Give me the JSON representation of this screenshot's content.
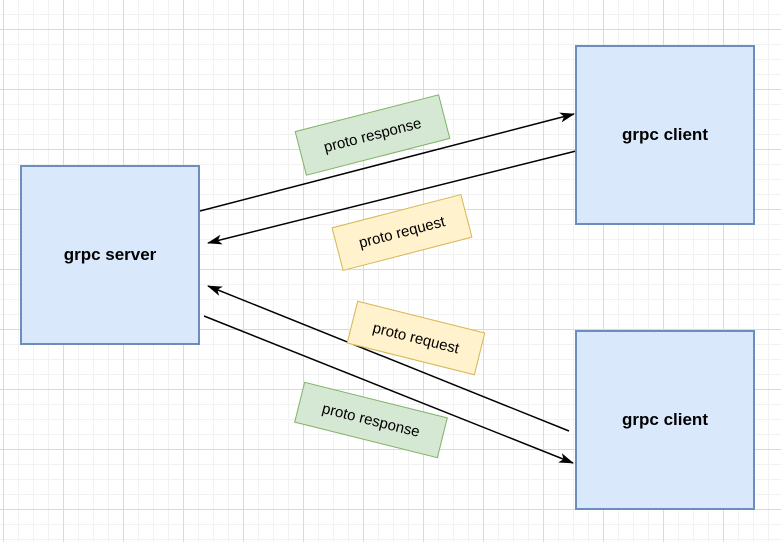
{
  "nodes": {
    "server": {
      "label": "grpc server"
    },
    "client_top": {
      "label": "grpc client"
    },
    "client_bottom": {
      "label": "grpc client"
    }
  },
  "stickers": {
    "top_response": {
      "text": "proto response",
      "kind": "response"
    },
    "top_request": {
      "text": "proto request",
      "kind": "request"
    },
    "bottom_request": {
      "text": "proto request",
      "kind": "request"
    },
    "bottom_response": {
      "text": "proto response",
      "kind": "response"
    }
  },
  "edges": [
    {
      "from": "grpc server",
      "to": "grpc client (top)",
      "label": "proto response",
      "arrowhead_at": "client"
    },
    {
      "from": "grpc client (top)",
      "to": "grpc server",
      "label": "proto request",
      "arrowhead_at": "server"
    },
    {
      "from": "grpc client (bottom)",
      "to": "grpc server",
      "label": "proto request",
      "arrowhead_at": "server"
    },
    {
      "from": "grpc server",
      "to": "grpc client (bottom)",
      "label": "proto response",
      "arrowhead_at": "client"
    }
  ],
  "colors": {
    "node_fill": "#dae8fc",
    "node_border": "#6c8ebf",
    "response_fill": "#d5e8d4",
    "response_border": "#82b366",
    "request_fill": "#fff2cc",
    "request_border": "#d6b656",
    "arrow_color": "#000000",
    "grid_minor": "#f2f2f2",
    "grid_major": "#dadada",
    "canvas_bg": "#ffffff"
  }
}
